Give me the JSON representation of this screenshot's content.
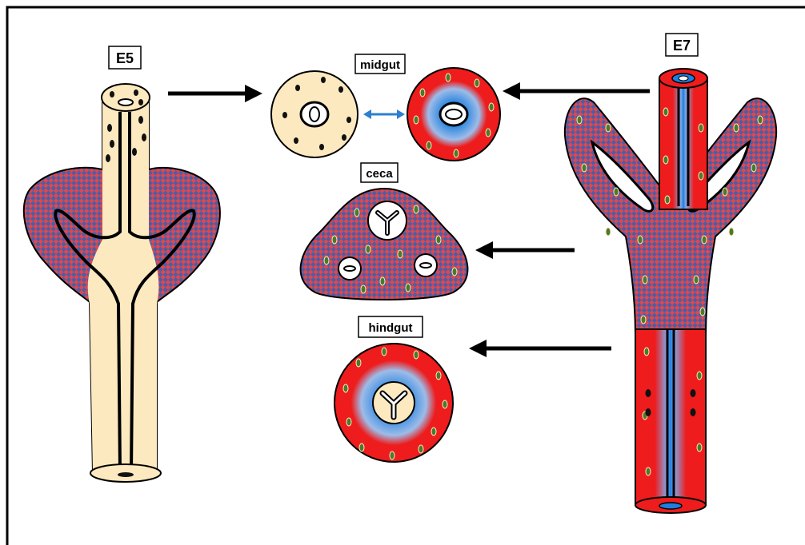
{
  "labels": {
    "e5": "E5",
    "e7": "E7",
    "midgut": "midgut",
    "ceca": "ceca",
    "hindgut": "hindgut"
  },
  "colors": {
    "frame": "#000000",
    "endoderm_cream": "#fde9c0",
    "checker_blue": "#4b5ea8",
    "checker_red": "#e0474c",
    "mesenchyme_red": "#ee1c1c",
    "lumen_blue": "#1e7fe0",
    "nuclei_green": "#4a7a2a",
    "double_arrow_blue": "#2f7fd0",
    "arrow": "#000000"
  },
  "icons": [
    "right-arrow-icon",
    "left-arrow-icon",
    "double-arrow-icon"
  ]
}
